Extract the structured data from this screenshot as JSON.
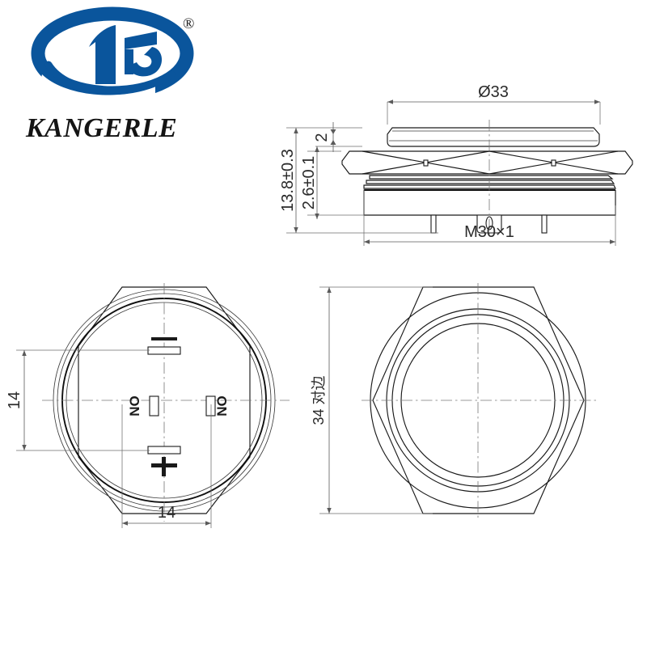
{
  "document": {
    "kind": "engineering-drawing",
    "subject": "30mm metal push button switch dimensional drawing"
  },
  "brand": {
    "name": "KANGERLE",
    "registered_mark": "®",
    "logo_color": "#0a559c",
    "wordmark_color": "#141414"
  },
  "views": {
    "side": {
      "name": "side-elevation-view",
      "dimensions": {
        "outer_diameter": "Ø33",
        "head_height": "2",
        "total_height": "13.8±0.3",
        "flange_height": "2.6±0.1",
        "thread": "M30×1"
      }
    },
    "front": {
      "name": "front-face-view",
      "dimensions": {
        "vertical_pitch": "14",
        "horizontal_pitch": "14"
      },
      "terminal_marks": [
        {
          "id": "terminal-left",
          "label": "NO"
        },
        {
          "id": "terminal-right",
          "label": "NO"
        },
        {
          "id": "terminal-top",
          "label": "-"
        },
        {
          "id": "terminal-bottom",
          "label": "+"
        }
      ]
    },
    "rear": {
      "name": "rear-hex-view",
      "dimensions": {
        "across_flats": "34 对边"
      }
    }
  }
}
